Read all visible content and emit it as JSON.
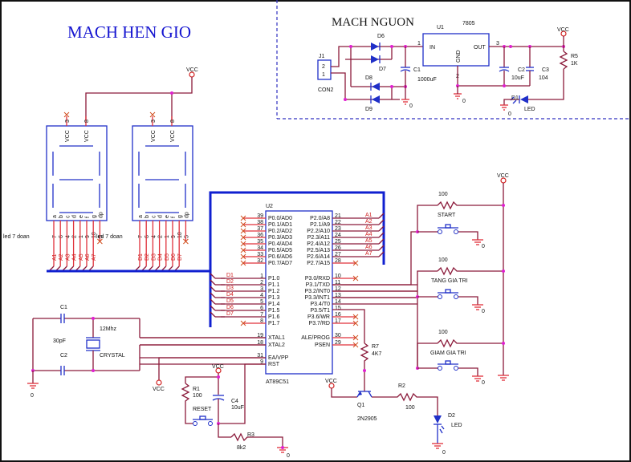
{
  "titles": {
    "main": "MACH HEN GIO",
    "power": "MACH NGUON"
  },
  "power_supply": {
    "connector": {
      "ref": "J1",
      "name": "CON2",
      "pins": [
        "2",
        "1"
      ]
    },
    "diodes": [
      "D6",
      "D7",
      "D8",
      "D9"
    ],
    "c1": {
      "ref": "C1",
      "value": "1000uF"
    },
    "regulator": {
      "ref": "U1",
      "part": "7805",
      "pin_in": "IN",
      "pin_out": "OUT",
      "pin_gnd": "GND",
      "pin1": "1",
      "pin2": "2",
      "pin3": "3"
    },
    "c2": {
      "ref": "C2",
      "value": "10uF"
    },
    "c3": {
      "ref": "C3",
      "value": "104"
    },
    "r5": {
      "ref": "R5",
      "value": "1K"
    },
    "d1": {
      "ref": "D1",
      "value": "LED"
    },
    "vcc": "VCC",
    "gnd": "0"
  },
  "seven_seg": {
    "label": "led 7 doan",
    "vcc_pin_label": "VCC",
    "top_pins": [
      "3",
      "8"
    ],
    "seg_letters": [
      "a",
      "b",
      "c",
      "d",
      "e",
      "f",
      "g",
      "dp"
    ],
    "seg_pins": [
      "7",
      "6",
      "4",
      "2",
      "1",
      "9",
      "10",
      "5"
    ],
    "left_nets": [
      "A1",
      "A2",
      "A3",
      "A4",
      "A5",
      "A6",
      "A7"
    ],
    "right_nets": [
      "D1",
      "D2",
      "D3",
      "D4",
      "D5",
      "D6",
      "D7"
    ],
    "vcc": "VCC"
  },
  "mcu": {
    "ref": "U2",
    "part": "AT89C51",
    "left_pins": [
      {
        "num": "39",
        "name": "P0.0/AD0"
      },
      {
        "num": "38",
        "name": "P0.1/AD1"
      },
      {
        "num": "37",
        "name": "P0.2/AD2"
      },
      {
        "num": "36",
        "name": "P0.3/AD3"
      },
      {
        "num": "35",
        "name": "P0.4/AD4"
      },
      {
        "num": "34",
        "name": "P0.5/AD5"
      },
      {
        "num": "33",
        "name": "P0.6/AD6"
      },
      {
        "num": "32",
        "name": "P0.7/AD7"
      },
      {
        "num": "1",
        "name": "P1.0",
        "net": "D1"
      },
      {
        "num": "2",
        "name": "P1.1",
        "net": "D2"
      },
      {
        "num": "3",
        "name": "P1.2",
        "net": "D3"
      },
      {
        "num": "4",
        "name": "P1.3",
        "net": "D4"
      },
      {
        "num": "5",
        "name": "P1.4",
        "net": "D5"
      },
      {
        "num": "6",
        "name": "P1.5",
        "net": "D6"
      },
      {
        "num": "7",
        "name": "P1.6",
        "net": "D7"
      },
      {
        "num": "8",
        "name": "P1.7"
      },
      {
        "num": "19",
        "name": "XTAL1"
      },
      {
        "num": "18",
        "name": "XTAL2"
      },
      {
        "num": "31",
        "name": "EA/VPP"
      },
      {
        "num": "9",
        "name": "RST"
      }
    ],
    "right_pins": [
      {
        "num": "21",
        "name": "P2.0/A8",
        "net": "A1"
      },
      {
        "num": "22",
        "name": "P2.1/A9",
        "net": "A2"
      },
      {
        "num": "23",
        "name": "P2.2/A10",
        "net": "A3"
      },
      {
        "num": "24",
        "name": "P2.3/A11",
        "net": "A4"
      },
      {
        "num": "25",
        "name": "P2.4/A12",
        "net": "A5"
      },
      {
        "num": "26",
        "name": "P2.5/A13",
        "net": "A6"
      },
      {
        "num": "27",
        "name": "P2.6/A14",
        "net": "A7"
      },
      {
        "num": "28",
        "name": "P2.7/A15"
      },
      {
        "num": "10",
        "name": "P3.0/RXD"
      },
      {
        "num": "11",
        "name": "P3.1/TXD"
      },
      {
        "num": "12",
        "name": "P3.2/INT0"
      },
      {
        "num": "13",
        "name": "P3.3/INT1"
      },
      {
        "num": "14",
        "name": "P3.4/T0"
      },
      {
        "num": "15",
        "name": "P3.5/T1"
      },
      {
        "num": "16",
        "name": "P3.6/WR"
      },
      {
        "num": "17",
        "name": "P3.7/RD"
      },
      {
        "num": "30",
        "name": "ALE/PROG"
      },
      {
        "num": "29",
        "name": "PSEN"
      }
    ]
  },
  "oscillator": {
    "c1": {
      "ref": "C1"
    },
    "c2": {
      "ref": "C2"
    },
    "cap_value": "30pF",
    "crystal": {
      "name": "CRYSTAL",
      "freq": "12Mhz"
    },
    "gnd": "0"
  },
  "reset": {
    "vcc": "VCC",
    "r1": {
      "ref": "R1",
      "value": "100"
    },
    "button": "RESET",
    "c4": {
      "ref": "C4",
      "value": "10uF"
    },
    "r3": {
      "ref": "R3",
      "value": "8k2"
    },
    "gnd": "0",
    "ea_vcc": "VCC"
  },
  "buttons": {
    "vcc": "VCC",
    "items": [
      {
        "resistor": "100",
        "label": "START",
        "gnd": "0"
      },
      {
        "resistor": "100",
        "label": "TANG GIA TRI",
        "gnd": "0"
      },
      {
        "resistor": "100",
        "label": "GIAM GIA TRI",
        "gnd": "0"
      }
    ]
  },
  "output_driver": {
    "r7": {
      "ref": "R7",
      "value": "4K7"
    },
    "q1": {
      "ref": "Q1",
      "part": "2N2905"
    },
    "r2": {
      "ref": "R2",
      "value": "100"
    },
    "d2": {
      "ref": "D2",
      "value": "LED"
    },
    "vcc": "VCC",
    "gnd": "0"
  }
}
